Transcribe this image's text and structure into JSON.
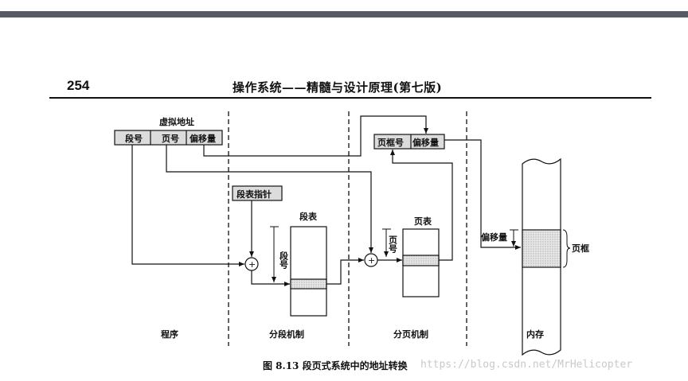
{
  "header": {
    "page_number": "254",
    "book_title": "操作系统——精髓与设计原理(第七版)"
  },
  "diagram": {
    "virtual_address": {
      "title": "虚拟地址",
      "fields": [
        "段号",
        "页号",
        "偏移量"
      ]
    },
    "segment_table_pointer": "段表指针",
    "segment_table_label": "段表",
    "segment_number_axis": "段号",
    "page_table_label": "页表",
    "page_number_axis": "页号",
    "physical_address_fields": [
      "页框号",
      "偏移量"
    ],
    "memory_offset_label": "偏移量",
    "page_frame_label": "页框",
    "adder_symbol": "+",
    "sections": [
      "程序",
      "分段机制",
      "分页机制",
      "内存"
    ]
  },
  "caption": "图 8.13    段页式系统中的地址转换",
  "watermark": "https://blog.csdn.net/MrHelicopter"
}
